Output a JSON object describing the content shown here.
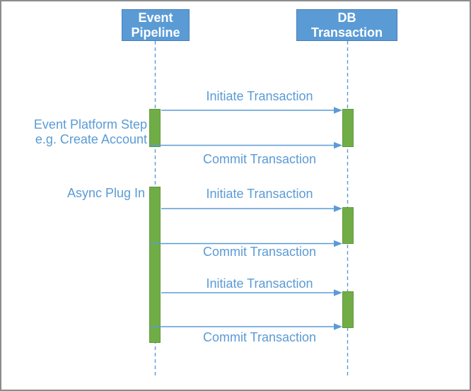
{
  "diagram": {
    "type": "sequence-diagram",
    "actors": [
      {
        "id": "event-pipeline",
        "label": "Event\nPipeline"
      },
      {
        "id": "db-transaction",
        "label": "DB\nTransaction"
      }
    ],
    "annotations": [
      {
        "label": "Event Platform Step\ne.g. Create Account"
      },
      {
        "label": "Async Plug In"
      }
    ],
    "messages": [
      {
        "label": "Initiate Transaction",
        "from": "event-pipeline",
        "to": "db-transaction"
      },
      {
        "label": "Commit Transaction",
        "from": "event-pipeline",
        "to": "db-transaction"
      },
      {
        "label": "Initiate Transaction",
        "from": "event-pipeline",
        "to": "db-transaction"
      },
      {
        "label": "Commit Transaction",
        "from": "event-pipeline",
        "to": "db-transaction"
      },
      {
        "label": "Initiate Transaction",
        "from": "event-pipeline",
        "to": "db-transaction"
      },
      {
        "label": "Commit Transaction",
        "from": "event-pipeline",
        "to": "db-transaction"
      }
    ],
    "colors": {
      "accent_blue": "#5B9BD5",
      "box_border": "#4A7EBB",
      "activation_green": "#70AD47",
      "activation_border": "#619A3E",
      "text_blue": "#5B9BD5",
      "frame_gray": "#8C8C8C"
    }
  }
}
